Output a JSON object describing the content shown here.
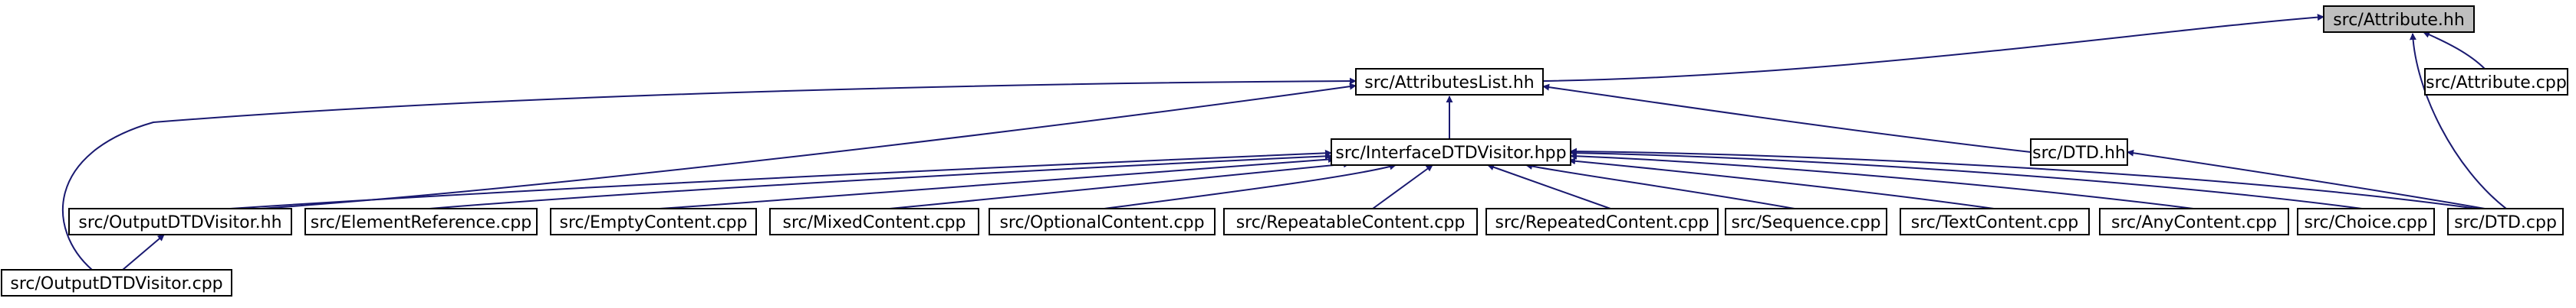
{
  "diagram": {
    "type": "include-dependency-graph",
    "colors": {
      "edge": "#191970",
      "root_fill": "#bfbfbf",
      "node_fill": "#ffffff",
      "node_stroke": "#000000"
    },
    "nodes": [
      {
        "id": "attribute_hh",
        "label": "src/Attribute.hh",
        "root": true
      },
      {
        "id": "attributeslist_hh",
        "label": "src/AttributesList.hh"
      },
      {
        "id": "attribute_cpp",
        "label": "src/Attribute.cpp"
      },
      {
        "id": "interface_hpp",
        "label": "src/InterfaceDTDVisitor.hpp"
      },
      {
        "id": "dtd_hh",
        "label": "src/DTD.hh"
      },
      {
        "id": "outputdtdvisitor_hh",
        "label": "src/OutputDTDVisitor.hh"
      },
      {
        "id": "elementreference_cpp",
        "label": "src/ElementReference.cpp"
      },
      {
        "id": "emptycontent_cpp",
        "label": "src/EmptyContent.cpp"
      },
      {
        "id": "mixedcontent_cpp",
        "label": "src/MixedContent.cpp"
      },
      {
        "id": "optionalcontent_cpp",
        "label": "src/OptionalContent.cpp"
      },
      {
        "id": "repeatablecontent_cpp",
        "label": "src/RepeatableContent.cpp"
      },
      {
        "id": "repeatedcontent_cpp",
        "label": "src/RepeatedContent.cpp"
      },
      {
        "id": "sequence_cpp",
        "label": "src/Sequence.cpp"
      },
      {
        "id": "textcontent_cpp",
        "label": "src/TextContent.cpp"
      },
      {
        "id": "anycontent_cpp",
        "label": "src/AnyContent.cpp"
      },
      {
        "id": "choice_cpp",
        "label": "src/Choice.cpp"
      },
      {
        "id": "dtd_cpp",
        "label": "src/DTD.cpp"
      },
      {
        "id": "outputdtdvisitor_cpp",
        "label": "src/OutputDTDVisitor.cpp"
      }
    ],
    "edges": [
      {
        "from": "attributeslist_hh",
        "to": "attribute_hh"
      },
      {
        "from": "attribute_cpp",
        "to": "attribute_hh"
      },
      {
        "from": "dtd_cpp",
        "to": "attribute_hh"
      },
      {
        "from": "interface_hpp",
        "to": "attributeslist_hh"
      },
      {
        "from": "dtd_hh",
        "to": "attributeslist_hh"
      },
      {
        "from": "outputdtdvisitor_hh",
        "to": "attributeslist_hh"
      },
      {
        "from": "outputdtdvisitor_cpp",
        "to": "attributeslist_hh"
      },
      {
        "from": "outputdtdvisitor_hh",
        "to": "interface_hpp"
      },
      {
        "from": "elementreference_cpp",
        "to": "interface_hpp"
      },
      {
        "from": "emptycontent_cpp",
        "to": "interface_hpp"
      },
      {
        "from": "mixedcontent_cpp",
        "to": "interface_hpp"
      },
      {
        "from": "optionalcontent_cpp",
        "to": "interface_hpp"
      },
      {
        "from": "repeatablecontent_cpp",
        "to": "interface_hpp"
      },
      {
        "from": "repeatedcontent_cpp",
        "to": "interface_hpp"
      },
      {
        "from": "sequence_cpp",
        "to": "interface_hpp"
      },
      {
        "from": "textcontent_cpp",
        "to": "interface_hpp"
      },
      {
        "from": "anycontent_cpp",
        "to": "interface_hpp"
      },
      {
        "from": "choice_cpp",
        "to": "interface_hpp"
      },
      {
        "from": "dtd_cpp",
        "to": "interface_hpp"
      },
      {
        "from": "dtd_cpp",
        "to": "dtd_hh"
      },
      {
        "from": "outputdtdvisitor_cpp",
        "to": "outputdtdvisitor_hh"
      }
    ]
  }
}
